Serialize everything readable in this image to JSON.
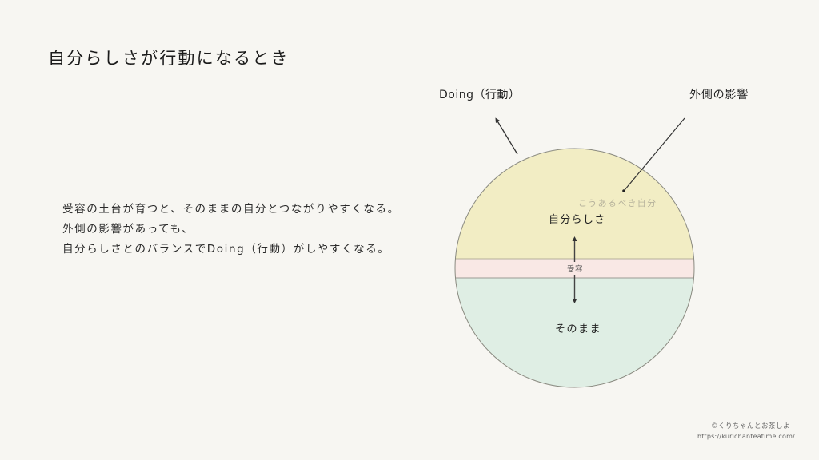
{
  "slide": {
    "title": "自分らしさが行動になるとき",
    "body_lines": [
      "受容の土台が育つと、そのままの自分とつながりやすくなる。",
      "外側の影響があっても、",
      "自分らしさとのバランスでDoing（行動）がしやすくなる。"
    ]
  },
  "diagram": {
    "labels": {
      "doing": "Doing（行動）",
      "external_influence": "外側の影響",
      "ideal_self": "こうあるべき自分",
      "authentic_self": "自分らしさ",
      "acceptance": "受容",
      "as_is": "そのまま"
    },
    "colors": {
      "background": "#F7F6F2",
      "upper_region": "#F2EDC4",
      "acceptance_band": "#F9E8E5",
      "lower_region": "#DFEEE4",
      "outline": "#8a8a80",
      "arrow": "#333333"
    }
  },
  "credit": {
    "name": "©くりちゃんとお茶しよ",
    "url": "https://kurichanteatime.com/"
  }
}
